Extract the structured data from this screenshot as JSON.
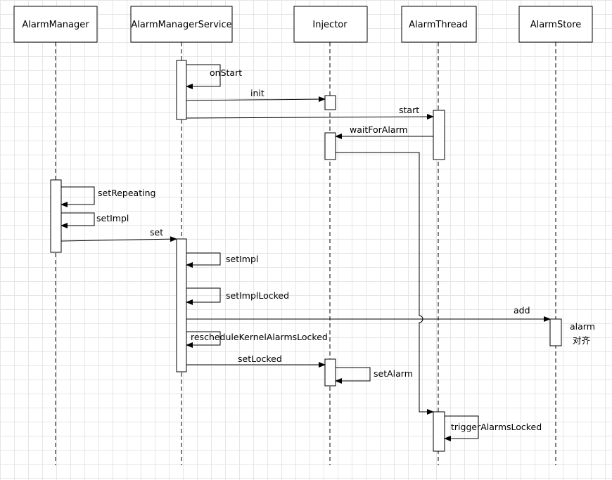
{
  "participants": [
    {
      "id": "am",
      "label": "AlarmManager"
    },
    {
      "id": "ams",
      "label": "AlarmManagerService"
    },
    {
      "id": "inj",
      "label": "Injector"
    },
    {
      "id": "at",
      "label": "AlarmThread"
    },
    {
      "id": "as",
      "label": "AlarmStore"
    }
  ],
  "messages": {
    "onStart": "onStart",
    "init": "init",
    "start": "start",
    "waitForAlarm": "waitForAlarm",
    "setRepeating": "setRepeating",
    "setImpl_am": "setImpl",
    "set": "set",
    "setImpl_ams": "setImpl",
    "setImplLocked": "setImplLocked",
    "add": "add",
    "rescheduleKernelAlarmsLocked": "rescheduleKernelAlarmsLocked",
    "setLocked": "setLocked",
    "setAlarm": "setAlarm",
    "triggerAlarmsLocked": "triggerAlarmsLocked"
  },
  "notes": {
    "alarm_line1": "alarm",
    "alarm_line2": "对齐"
  }
}
